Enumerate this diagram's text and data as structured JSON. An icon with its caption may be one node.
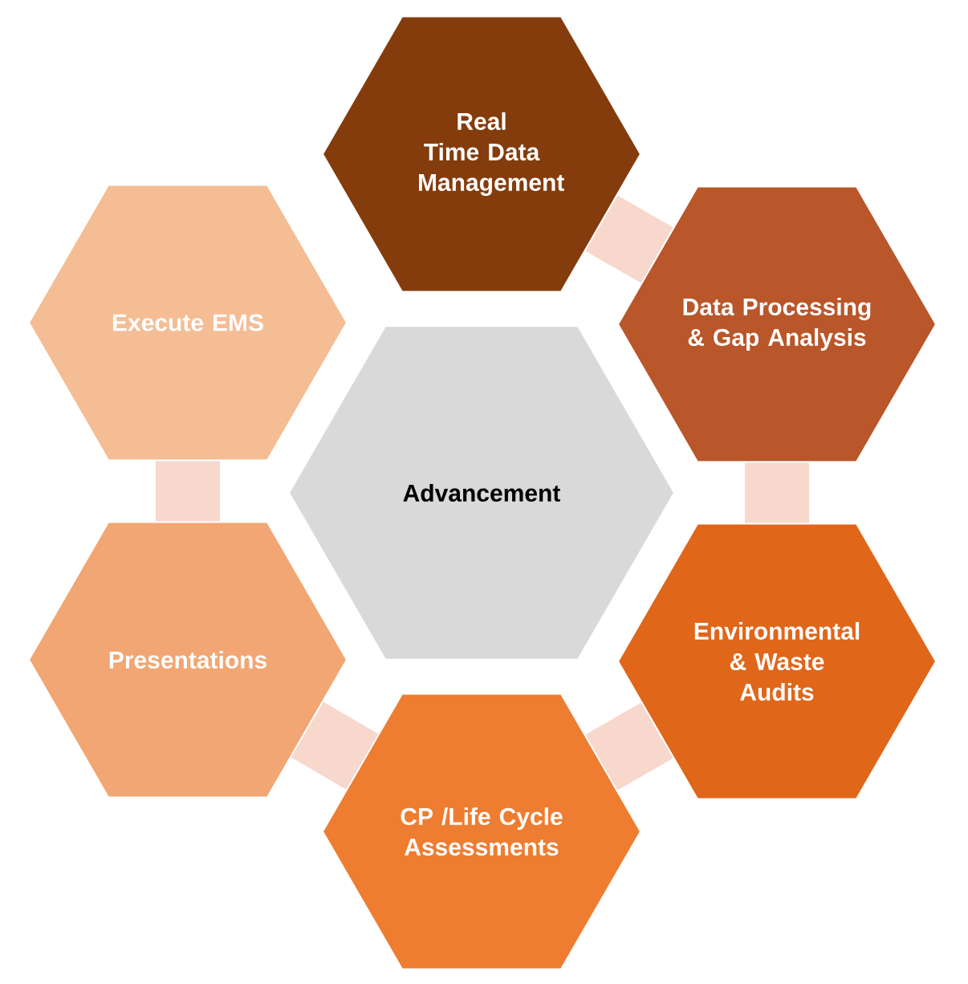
{
  "diagram": {
    "nodes": [
      {
        "text": [
          "Advancement"
        ]
      },
      {
        "text": [
          "Real Time Data Management"
        ]
      },
      {
        "text": [
          "Data Processing & Gap Analysis"
        ]
      },
      {
        "text": [
          "Environmental & Waste Audits"
        ]
      },
      {
        "text": [
          "CP /Life Cycle Assessments"
        ]
      },
      {
        "text": [
          "Presentations"
        ]
      },
      {
        "text": [
          "Execute EMS"
        ]
      }
    ],
    "edges": [
      {
        "from": 1,
        "to": 2,
        "arrow": "none"
      },
      {
        "from": 2,
        "to": 3,
        "arrow": "none"
      },
      {
        "from": 3,
        "to": 4,
        "arrow": "none"
      },
      {
        "from": 4,
        "to": 5,
        "arrow": "none"
      },
      {
        "from": 5,
        "to": 6,
        "arrow": "none"
      }
    ]
  }
}
